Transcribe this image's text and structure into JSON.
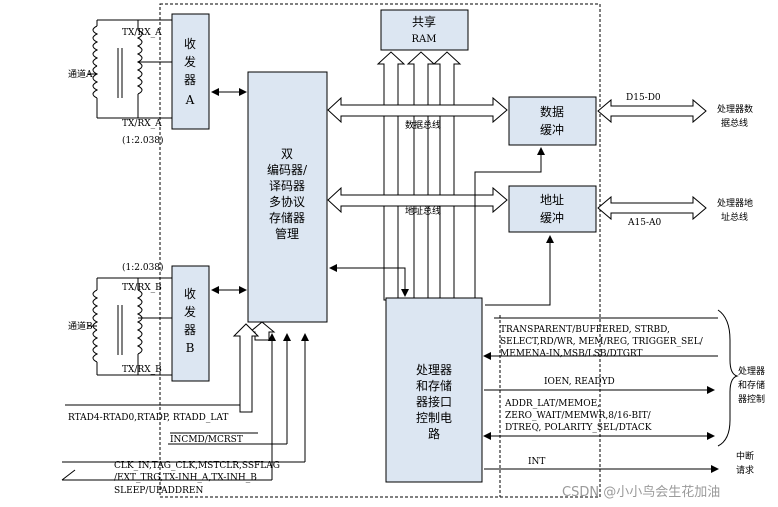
{
  "shared_ram": [
    "共享",
    "RAM"
  ],
  "transceiver_a": [
    "收",
    "发",
    "器",
    "A"
  ],
  "transceiver_b": [
    "收",
    "发",
    "器",
    "B"
  ],
  "codec": [
    "双",
    "编码器/",
    "译码器",
    "多协议",
    "存储器",
    "管理"
  ],
  "data_buffer": [
    "数据",
    "缓冲"
  ],
  "addr_buffer": [
    "地址",
    "缓冲"
  ],
  "processor_if": [
    "处理器",
    "和存储",
    "器接口",
    "控制电",
    "路"
  ],
  "labels": {
    "txrx_a_top": "TX/RX_A",
    "txrx_a_bottom": "TX/RX_A",
    "channel_a": "通道A",
    "ratio_a": "(1:2.038)",
    "ratio_b": "(1:2.038)",
    "txrx_b_top": "TX/RX_B",
    "txrx_b_bottom": "TX/RX_B",
    "channel_b": "通道B",
    "data_bus": "数据总线",
    "addr_bus": "地址总线",
    "d15": "D15-D0",
    "a15": "A15-A0",
    "cpu_data_bus": [
      "处理器数",
      "据总线"
    ],
    "cpu_addr_bus": [
      "处理器地",
      "址总线"
    ],
    "cpu_ctrl": [
      "处理器",
      "和存储",
      "器控制"
    ],
    "interrupt": [
      "中断",
      "请求"
    ],
    "rtad": "RTAD4-RTAD0,RTADP, RTADD_LAT",
    "incmd": "INCMD/MCRST",
    "clk": [
      "CLK_IN,TAG_CLK,MSTCLR,SSFLAG",
      "/EXT_TRG,TX-INH_A,TX-INH_B",
      "SLEEP/UPADDREN"
    ],
    "ctrl_group1": [
      "TRANSPARENT/BUFFERED, STRBD,",
      "SELECT,RD/WR, MEM/REG, TRIGGER_SEL/",
      "MEMENA-IN,MSB/LSB/DTGRT"
    ],
    "ioen": "IOEN, READYD",
    "ctrl_group2": [
      "ADDR_LAT/MEMOE,",
      "ZERO_WAIT/MEMWR,8/16-BIT/",
      "DTREQ, POLARITY_SEL/DTACK"
    ],
    "int": "INT"
  },
  "watermark": "CSDN @小小鸟会生花加油"
}
